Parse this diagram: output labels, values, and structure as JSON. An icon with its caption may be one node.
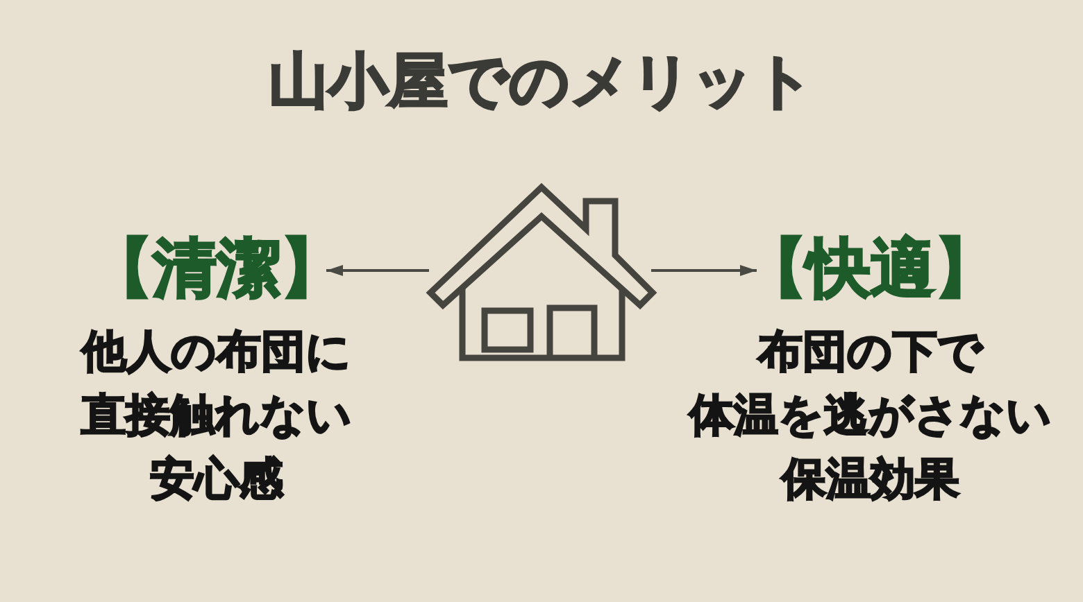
{
  "diagram": {
    "title": "山小屋でのメリット",
    "nodes": [
      {
        "text": [
          "【清潔】",
          "他人の布団に直接触れない安心感"
        ]
      },
      {
        "text": [],
        "shape": "picture"
      },
      {
        "text": [
          "【快適】",
          "布団の下で体温を逃がさない保温効果"
        ]
      }
    ],
    "edges": [
      {
        "from": 1,
        "to": 0,
        "arrow": "to"
      },
      {
        "from": 1,
        "to": 2,
        "arrow": "to"
      }
    ]
  }
}
